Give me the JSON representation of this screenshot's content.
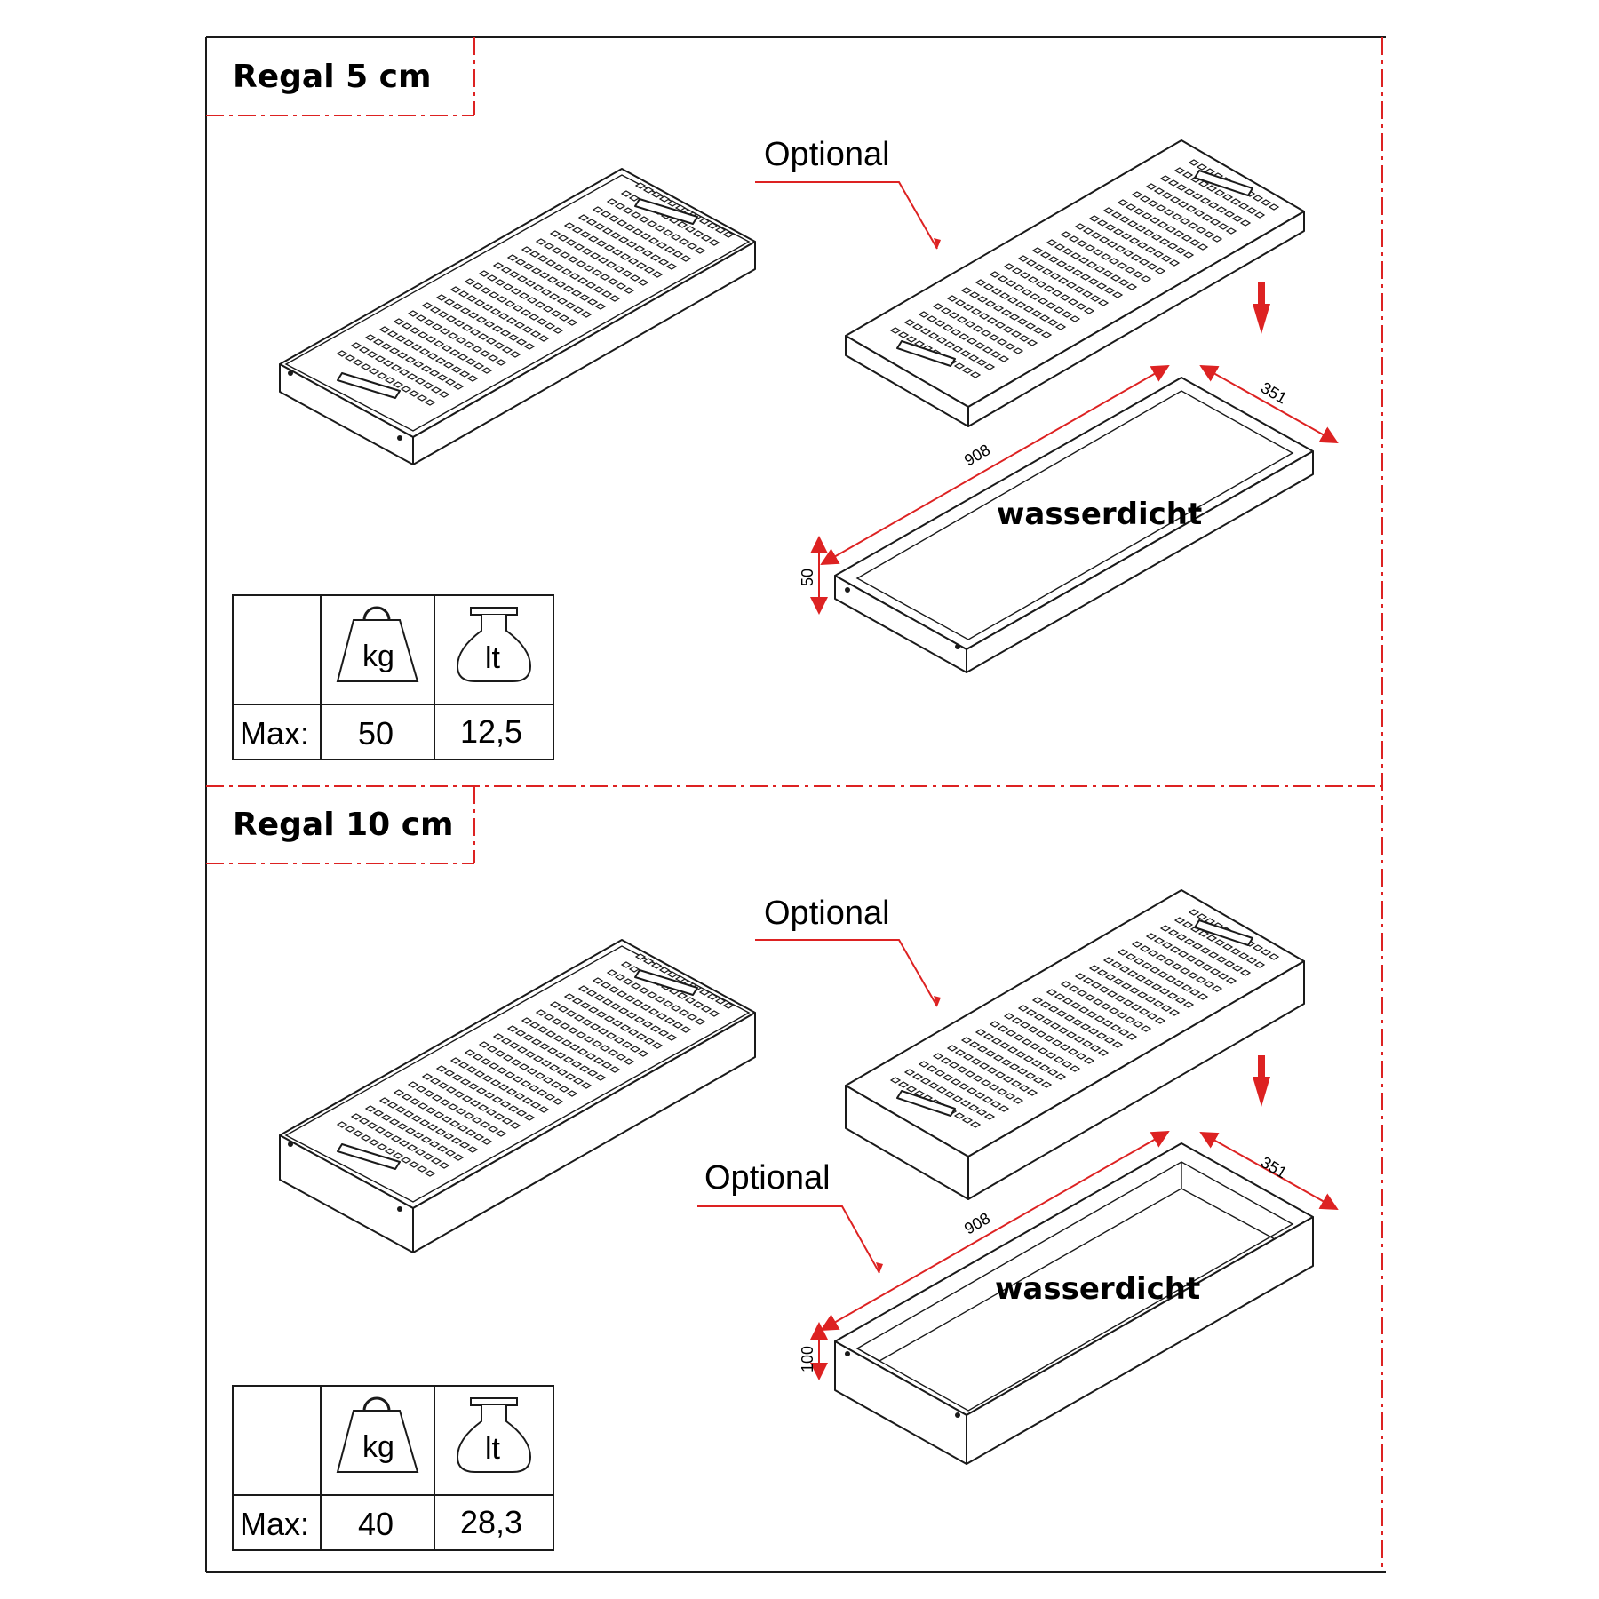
{
  "colors": {
    "accent": "#dd2222",
    "line": "#1a1a1a",
    "background": "#ffffff"
  },
  "sections": [
    {
      "title": "Regal 5 cm",
      "optional_labels": [
        "Optional"
      ],
      "tray_label": "wasserdicht",
      "dimensions": {
        "length": "908",
        "width": "351",
        "height": "50"
      },
      "specs": {
        "row_label": "Max:",
        "weight_icon": "kg",
        "volume_icon": "lt",
        "weight_value": "50",
        "volume_value": "12,5"
      }
    },
    {
      "title": "Regal 10 cm",
      "optional_labels": [
        "Optional",
        "Optional"
      ],
      "tray_label": "wasserdicht",
      "dimensions": {
        "length": "908",
        "width": "351",
        "height": "100"
      },
      "specs": {
        "row_label": "Max:",
        "weight_icon": "kg",
        "volume_icon": "lt",
        "weight_value": "40",
        "volume_value": "28,3"
      }
    }
  ]
}
